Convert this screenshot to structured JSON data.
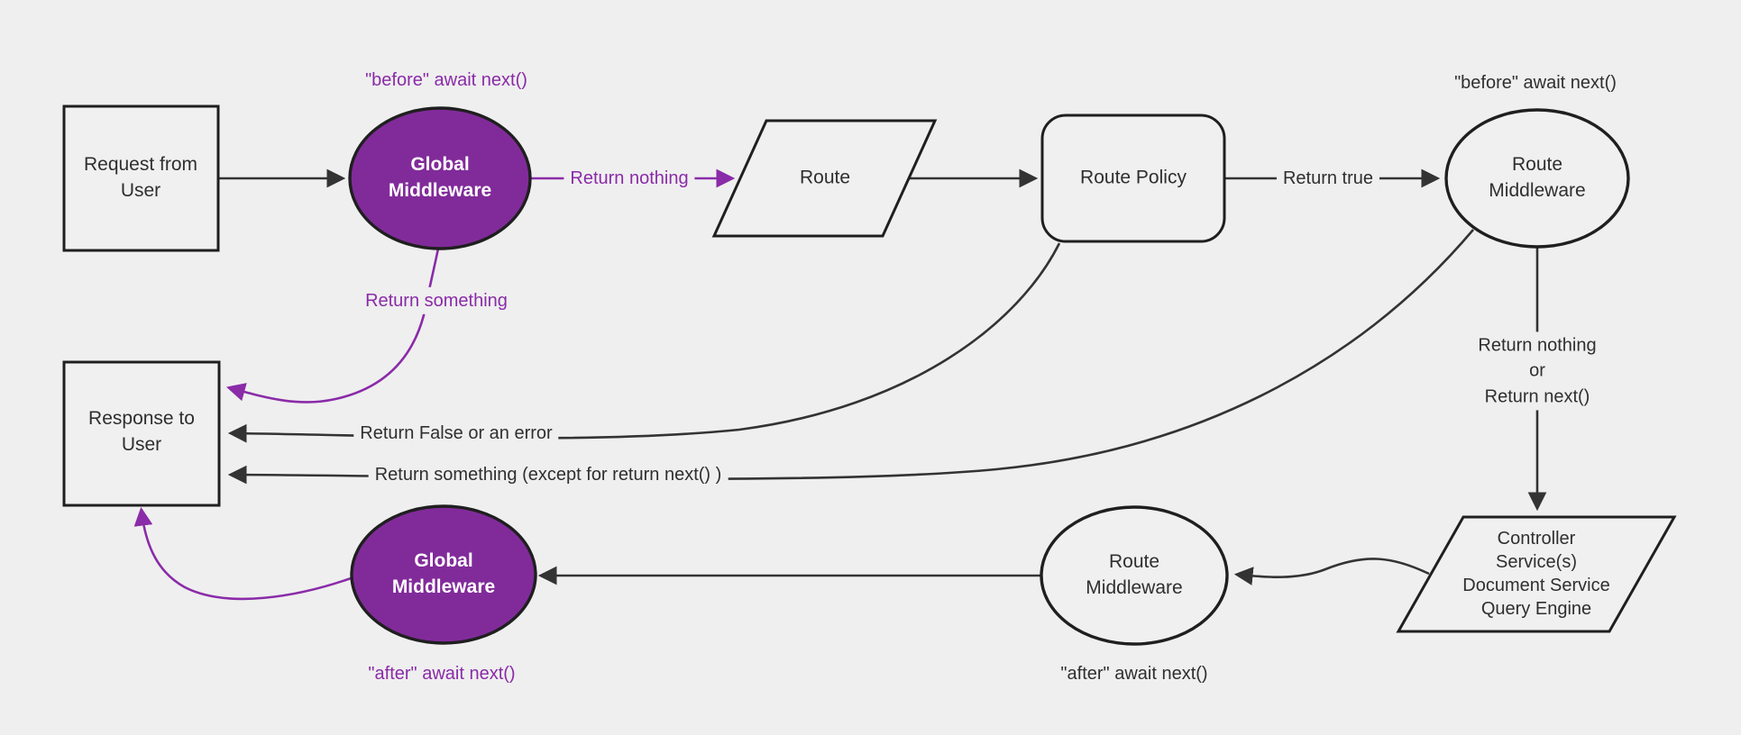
{
  "diagram": {
    "type": "flowchart",
    "background": "#efefef",
    "colors": {
      "bg": "#efefef",
      "node_fill": "#f0f0f0",
      "node_border": "#1f1f1f",
      "edge": "#333333",
      "text": "#2f2f2f",
      "purple_fill": "#812b9a",
      "purple": "#8a2ba8",
      "white": "#ffffff"
    },
    "nodes": {
      "request": "Request from\nUser",
      "global_middleware_top": "Global\nMiddleware",
      "route": "Route",
      "route_policy": "Route Policy",
      "route_middleware_top": "Route\nMiddleware",
      "controller_services": "Controller\nService(s)\nDocument Service\nQuery Engine",
      "route_middleware_bottom": "Route\nMiddleware",
      "global_middleware_bottom": "Global\nMiddleware",
      "response": "Response to\nUser"
    },
    "edge_labels": {
      "before_await_next_global": "\"before\" await next()",
      "return_nothing": "Return nothing",
      "return_true": "Return true",
      "before_await_next_route": "\"before\" await next()",
      "return_nothing_or_return_next": "Return nothing\nor\nReturn next()",
      "return_something": "Return something",
      "return_false_or_error": "Return False or an error",
      "return_something_except": "Return something (except for return next() )",
      "after_await_next_route": "\"after\" await next()",
      "after_await_next_global": "\"after\" await next()"
    }
  }
}
